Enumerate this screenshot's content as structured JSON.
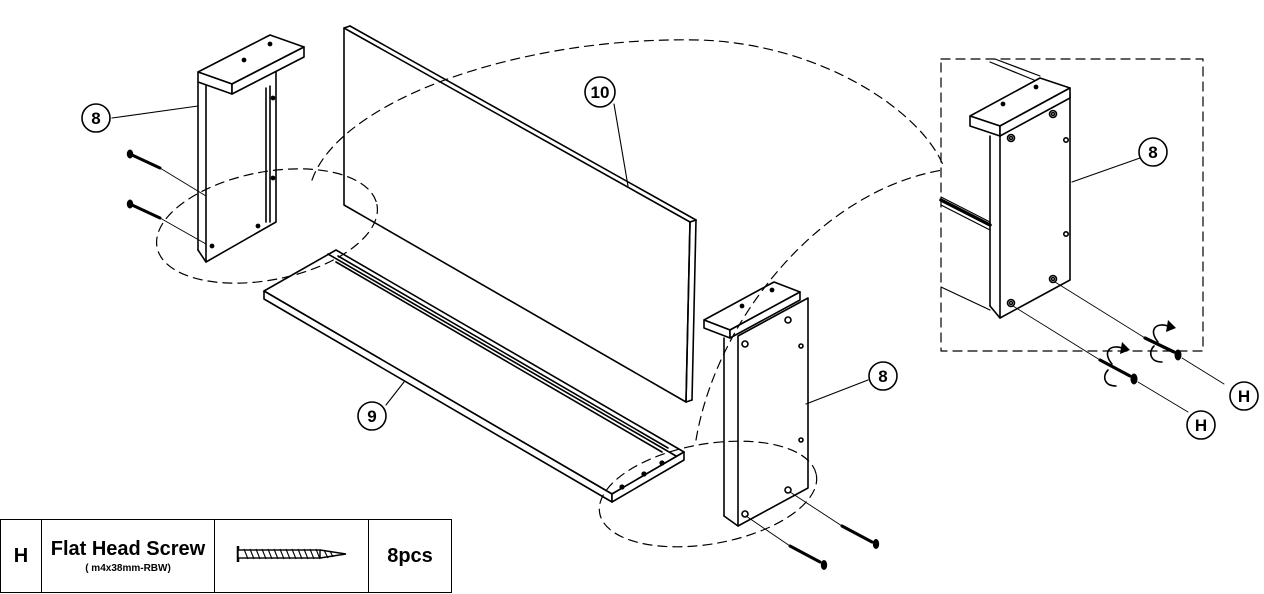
{
  "callouts": {
    "left_leg": "8",
    "right_leg_zoom": "8",
    "right_leg": "8",
    "back_panel": "10",
    "shelf": "9",
    "screw_upper": "H",
    "screw_lower": "H"
  },
  "parts_table": {
    "code": "H",
    "name": "Flat Head Screw",
    "spec": "( m4x38mm-RBW)",
    "icon": "flat-head-screw-icon",
    "quantity": "8pcs"
  }
}
